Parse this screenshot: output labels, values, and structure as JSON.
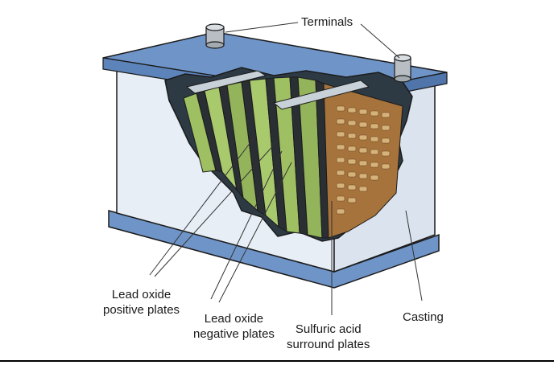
{
  "labels": {
    "terminals": "Terminals",
    "positive_plates": [
      "Lead oxide",
      "positive plates"
    ],
    "negative_plates": [
      "Lead oxide",
      "negative plates"
    ],
    "sulfuric_acid": [
      "Sulfuric acid",
      "surround plates"
    ],
    "casting": "Casting"
  },
  "colors": {
    "casing_top": "#6f95c8",
    "casing_side": "#e8eef6",
    "plate_green": "#9fbf63",
    "plate_grid": "#a5733b",
    "outline": "#1b1b1b"
  }
}
